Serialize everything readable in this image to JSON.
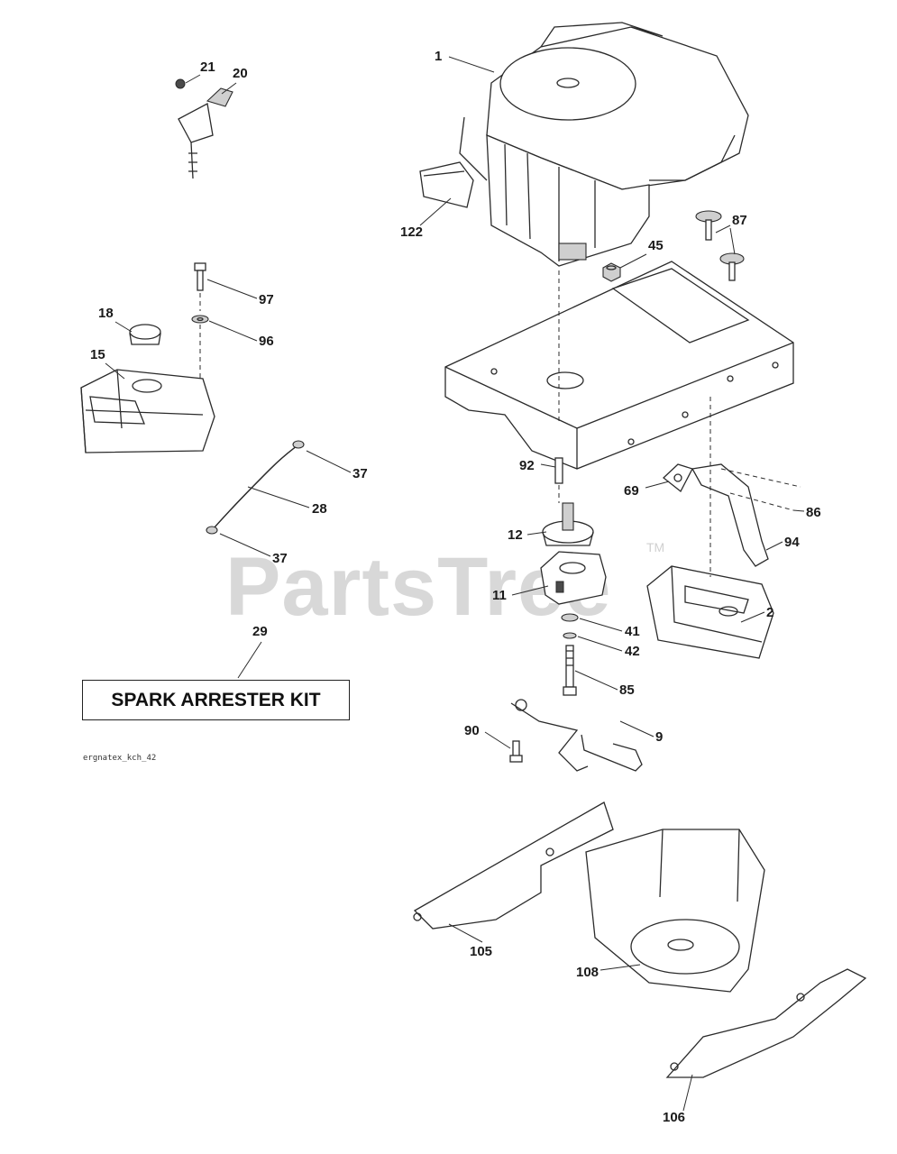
{
  "watermark": {
    "text": "PartsTree",
    "trademark": "TM"
  },
  "spark_arrester_box": {
    "label": "SPARK ARRESTER KIT"
  },
  "drawing_code": "ergnatex_kch_42",
  "callouts": [
    {
      "id": "c1",
      "label": "1"
    },
    {
      "id": "c2",
      "label": "2"
    },
    {
      "id": "c9",
      "label": "9"
    },
    {
      "id": "c11",
      "label": "11"
    },
    {
      "id": "c12",
      "label": "12"
    },
    {
      "id": "c15",
      "label": "15"
    },
    {
      "id": "c18",
      "label": "18"
    },
    {
      "id": "c20",
      "label": "20"
    },
    {
      "id": "c21",
      "label": "21"
    },
    {
      "id": "c28",
      "label": "28"
    },
    {
      "id": "c29",
      "label": "29"
    },
    {
      "id": "c37a",
      "label": "37"
    },
    {
      "id": "c37b",
      "label": "37"
    },
    {
      "id": "c41",
      "label": "41"
    },
    {
      "id": "c42",
      "label": "42"
    },
    {
      "id": "c45",
      "label": "45"
    },
    {
      "id": "c69",
      "label": "69"
    },
    {
      "id": "c85",
      "label": "85"
    },
    {
      "id": "c86",
      "label": "86"
    },
    {
      "id": "c87",
      "label": "87"
    },
    {
      "id": "c90",
      "label": "90"
    },
    {
      "id": "c92",
      "label": "92"
    },
    {
      "id": "c94",
      "label": "94"
    },
    {
      "id": "c96",
      "label": "96"
    },
    {
      "id": "c97",
      "label": "97"
    },
    {
      "id": "c105",
      "label": "105"
    },
    {
      "id": "c106",
      "label": "106"
    },
    {
      "id": "c108",
      "label": "108"
    },
    {
      "id": "c122",
      "label": "122"
    }
  ]
}
